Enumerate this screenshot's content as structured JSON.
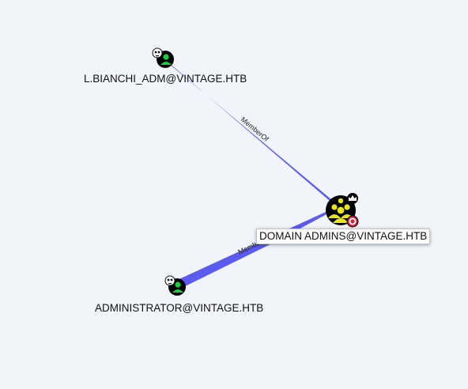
{
  "graph": {
    "nodes": [
      {
        "id": "lbianchi",
        "label": "L.BIANCHI_ADM@VINTAGE.HTB",
        "kind": "user",
        "icon": "user-icon",
        "badge": "skull-icon"
      },
      {
        "id": "domainadmins",
        "label": "DOMAIN ADMINS@VINTAGE.HTB",
        "kind": "group",
        "icon": "group-icon",
        "badges": [
          "crown-icon",
          "target-icon"
        ]
      },
      {
        "id": "administrator",
        "label": "ADMINISTRATOR@VINTAGE.HTB",
        "kind": "user",
        "icon": "user-icon",
        "badge": "skull-icon"
      }
    ],
    "edges": [
      {
        "from": "lbianchi",
        "to": "domainadmins",
        "label": "MemberOf"
      },
      {
        "from": "administrator",
        "to": "domainadmins",
        "label": "MemberOf"
      }
    ]
  },
  "colors": {
    "background": "#f1f4f9",
    "edge": "#5b5bf0",
    "user_node": "#17d13c",
    "group_node": "#e6e619",
    "node_ring": "#000000",
    "target_badge": "#d4203a"
  }
}
